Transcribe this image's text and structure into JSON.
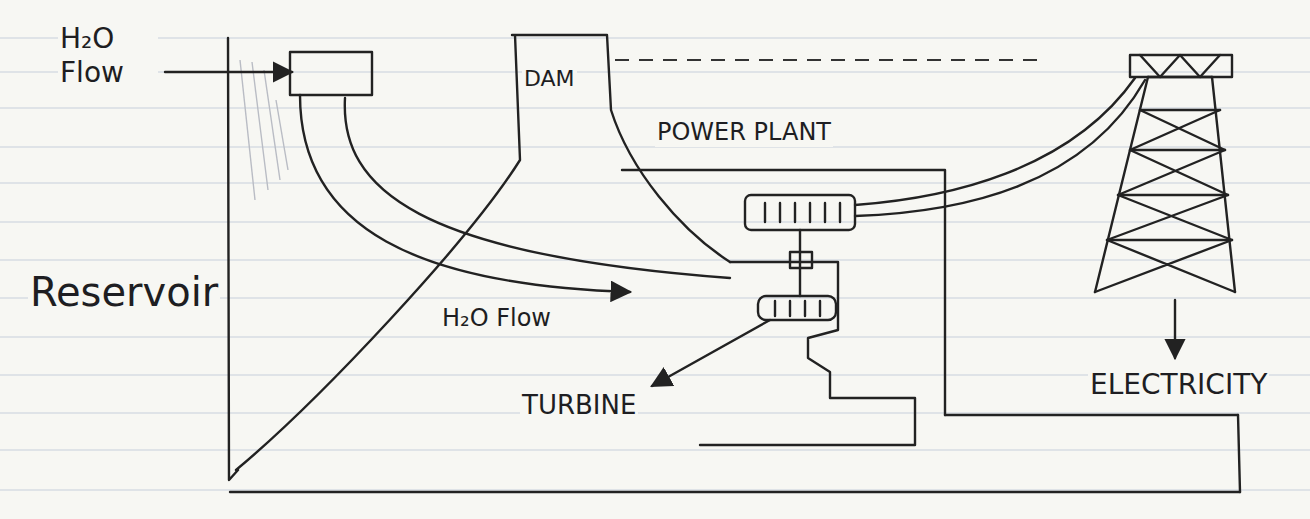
{
  "diagram": {
    "nodes": [
      {
        "text": [
          "DAM"
        ]
      },
      {
        "text": [
          "POWER PLANT"
        ]
      }
    ],
    "labels": [
      "H₂O Flow",
      "H₂O Flow",
      "Reservoir",
      "TURBINE",
      "ELECTRICITY"
    ]
  }
}
